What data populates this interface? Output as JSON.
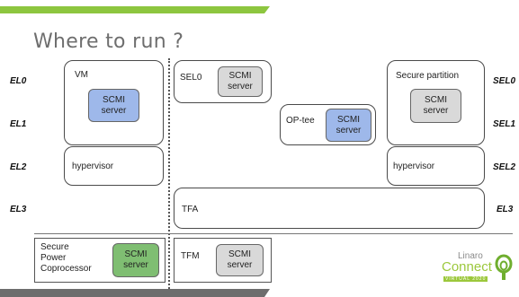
{
  "title": "Where to run ?",
  "levels_left": [
    "EL0",
    "EL1",
    "EL2",
    "EL3"
  ],
  "levels_right": [
    "SEL0",
    "SEL1",
    "SEL2",
    "EL3"
  ],
  "boxes": {
    "vm": {
      "label": "VM",
      "server": [
        "SCMI",
        "server"
      ]
    },
    "hyp_left": {
      "label": "hypervisor"
    },
    "sel0": {
      "label": "SEL0",
      "server": [
        "SCMI",
        "server"
      ]
    },
    "optee": {
      "label": "OP-tee",
      "server": [
        "SCMI",
        "server"
      ]
    },
    "secure_partition": {
      "label": "Secure partition",
      "server": [
        "SCMI",
        "server"
      ]
    },
    "hyp_right": {
      "label": "hypervisor"
    },
    "tfa": {
      "label": "TFA"
    },
    "coproc": {
      "label_lines": [
        "Secure",
        "Power",
        "Coprocessor"
      ],
      "server": [
        "SCMI",
        "server"
      ]
    },
    "tfm": {
      "label": "TFM",
      "server": [
        "SCMI",
        "server"
      ]
    }
  },
  "logo": {
    "line1": "Linaro",
    "line2": "Connect",
    "line3": "VIRTUAL 2020"
  },
  "colors": {
    "green_bar": "#8dc63f",
    "grey_bar": "#6d6d6d",
    "server_blue": "#9eb8ea",
    "server_grey": "#d9d9d9",
    "server_green": "#7fbe72"
  }
}
